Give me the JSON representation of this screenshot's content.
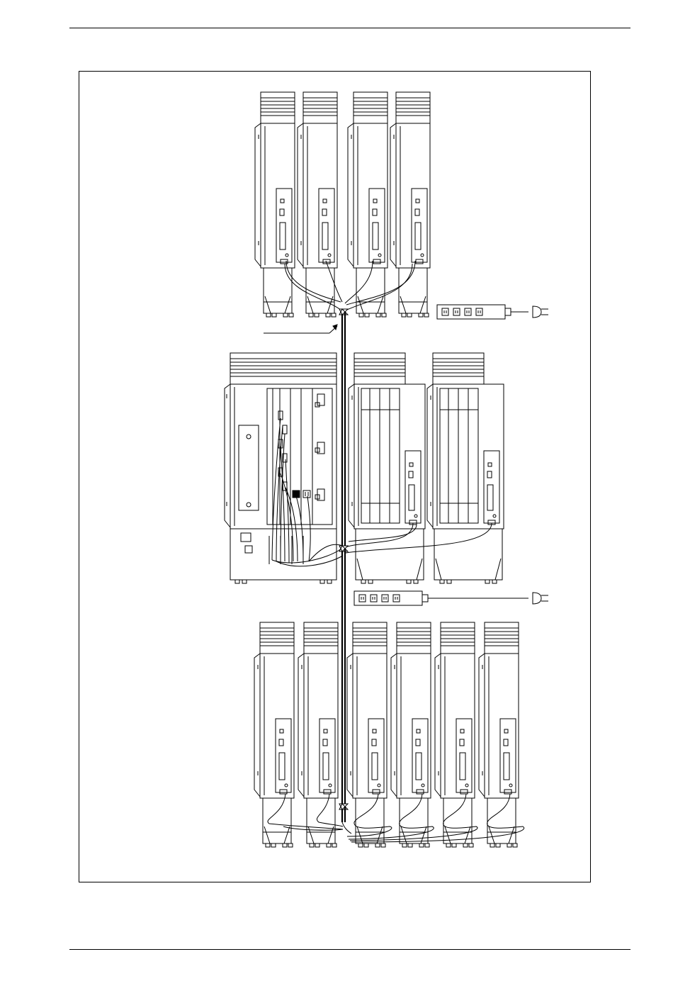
{
  "figure": {
    "description": "",
    "colors": {
      "line": "#000000",
      "paper": "#ffffff"
    },
    "units": {
      "top_row_expansion": 4,
      "middle_row_basic_plus_expansion": 3,
      "bottom_row_expansion": 6
    },
    "power_strips": 2,
    "outlets_per_strip": 4
  }
}
